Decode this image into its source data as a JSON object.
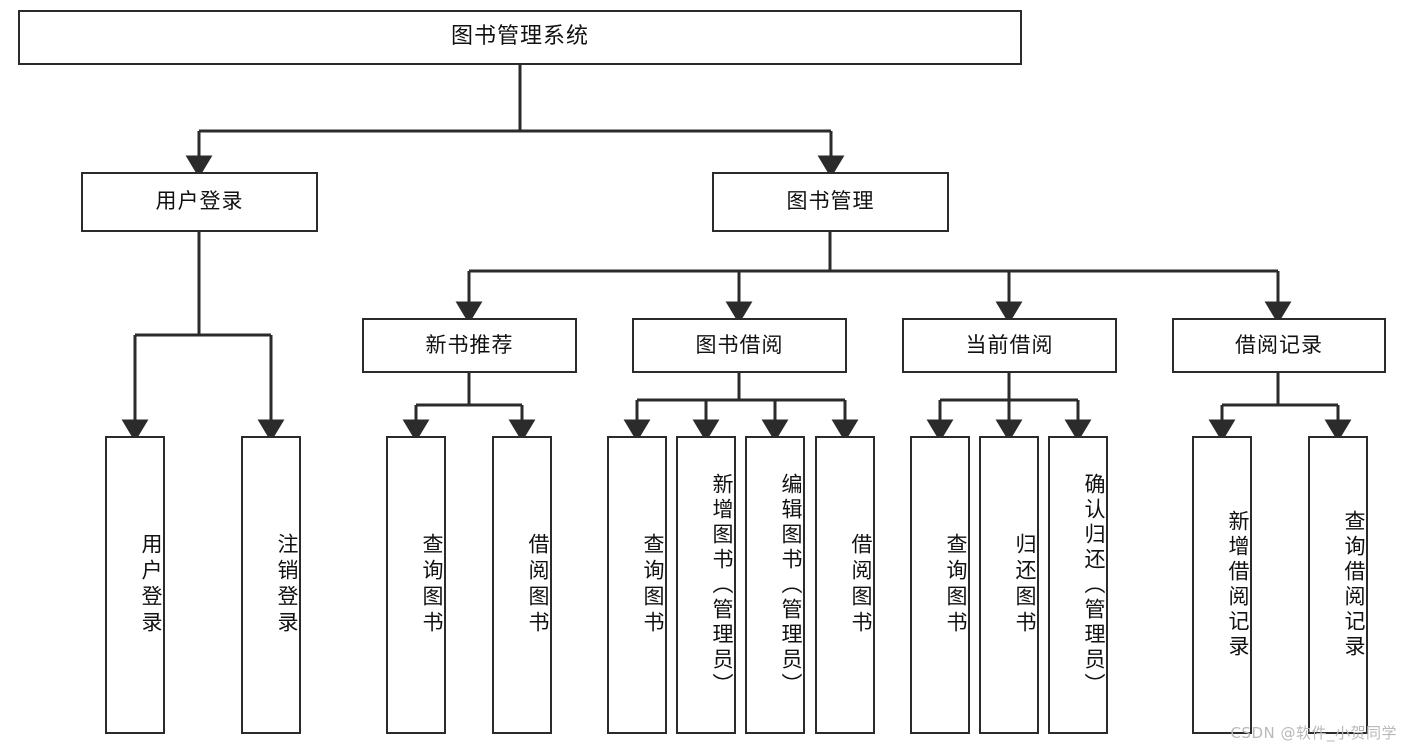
{
  "diagram": {
    "title": "图书管理系统",
    "type": "tree-hierarchy",
    "watermark": "CSDN @软件_小贺同学",
    "colors": {
      "node_border": "#2b2b2b",
      "node_fill": "#ffffff",
      "edge": "#2b2b2b",
      "text": "#111111",
      "watermark": "#b9b9b9",
      "background": "#ffffff"
    },
    "root": {
      "id": "root",
      "label": "图书管理系统"
    },
    "level2": [
      {
        "id": "user-login",
        "label": "用户登录"
      },
      {
        "id": "book-manage",
        "label": "图书管理"
      }
    ],
    "level3": [
      {
        "id": "new-book-rec",
        "label": "新书推荐",
        "parent": "book-manage"
      },
      {
        "id": "book-borrow",
        "label": "图书借阅",
        "parent": "book-manage"
      },
      {
        "id": "current-borrow",
        "label": "当前借阅",
        "parent": "book-manage"
      },
      {
        "id": "borrow-record",
        "label": "借阅记录",
        "parent": "book-manage"
      }
    ],
    "leaves": [
      {
        "id": "leaf-user-login",
        "label": "用户登录",
        "parent": "user-login"
      },
      {
        "id": "leaf-logout",
        "label": "注销登录",
        "parent": "user-login"
      },
      {
        "id": "leaf-query-book-1",
        "label": "查询图书",
        "parent": "new-book-rec"
      },
      {
        "id": "leaf-borrow-book-1",
        "label": "借阅图书",
        "parent": "new-book-rec"
      },
      {
        "id": "leaf-query-book-2",
        "label": "查询图书",
        "parent": "book-borrow"
      },
      {
        "id": "leaf-add-book",
        "label": "新增图书（管理员）",
        "parent": "book-borrow"
      },
      {
        "id": "leaf-edit-book",
        "label": "编辑图书（管理员）",
        "parent": "book-borrow"
      },
      {
        "id": "leaf-borrow-book-2",
        "label": "借阅图书",
        "parent": "book-borrow"
      },
      {
        "id": "leaf-query-book-3",
        "label": "查询图书",
        "parent": "current-borrow"
      },
      {
        "id": "leaf-return-book",
        "label": "归还图书",
        "parent": "current-borrow"
      },
      {
        "id": "leaf-confirm-return",
        "label": "确认归还（管理员）",
        "parent": "current-borrow"
      },
      {
        "id": "leaf-add-record",
        "label": "新增借阅记录",
        "parent": "borrow-record"
      },
      {
        "id": "leaf-query-record",
        "label": "查询借阅记录",
        "parent": "borrow-record"
      }
    ]
  }
}
